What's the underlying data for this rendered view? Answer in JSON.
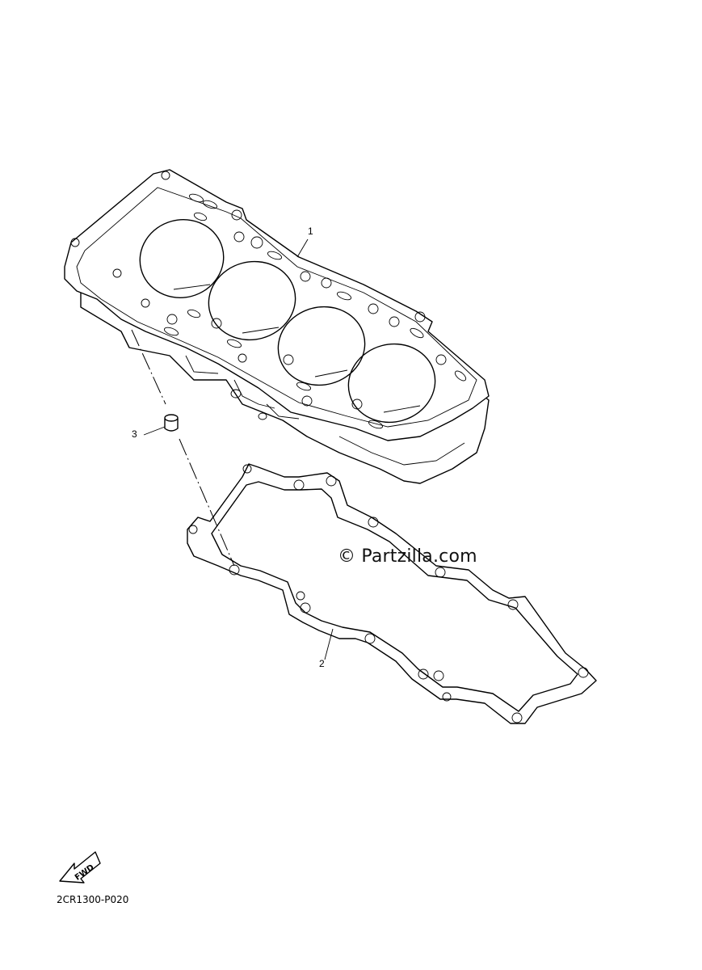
{
  "callouts": {
    "part1": "1",
    "part2": "2",
    "part3": "3"
  },
  "watermark": "© Partzilla.com",
  "diagram_code": "2CR1300-P020",
  "fwd_arrow_label": "FWD",
  "icons": {
    "fwd": "fwd-arrow-icon"
  }
}
